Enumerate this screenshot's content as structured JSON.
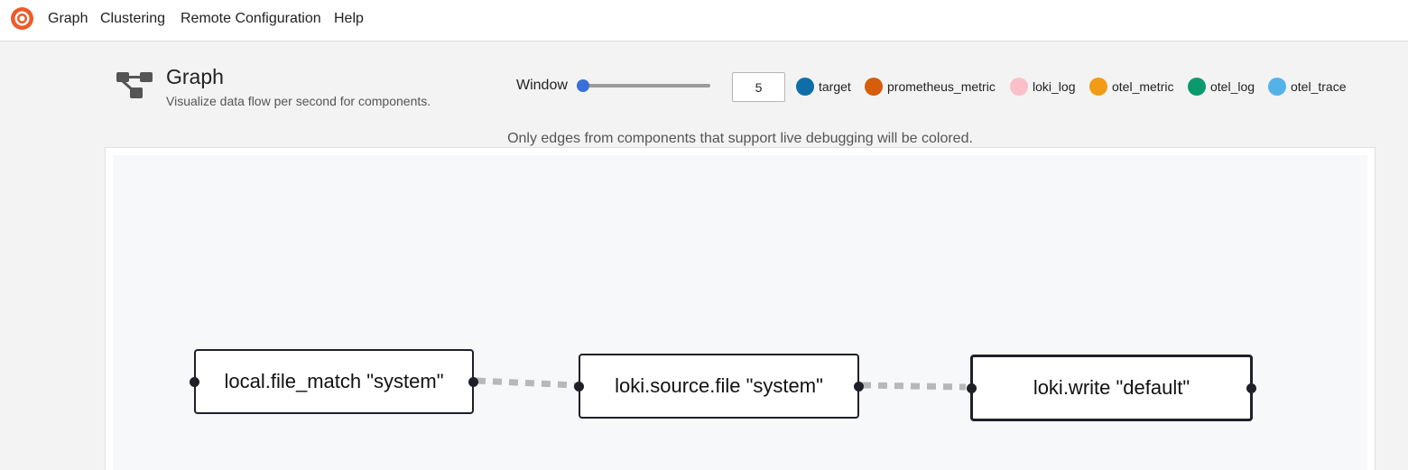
{
  "nav": {
    "items": [
      {
        "label": "Graph"
      },
      {
        "label": "Clustering"
      },
      {
        "label": "Remote Configuration"
      },
      {
        "label": "Help"
      }
    ]
  },
  "header": {
    "title": "Graph",
    "subtitle": "Visualize data flow per second for components."
  },
  "controls": {
    "window_label": "Window",
    "window_value": "5",
    "slider_fraction": 0.04
  },
  "legend": [
    {
      "label": "target",
      "color": "#0f6ea8"
    },
    {
      "label": "prometheus_metric",
      "color": "#d45e0b"
    },
    {
      "label": "loki_log",
      "color": "#f9c0ca"
    },
    {
      "label": "otel_metric",
      "color": "#f09c14"
    },
    {
      "label": "otel_log",
      "color": "#0a9a6e"
    },
    {
      "label": "otel_trace",
      "color": "#55b2e8"
    }
  ],
  "notice": "Only edges from components that support live debugging will be colored.",
  "graph": {
    "nodes": [
      {
        "label": "local.file_match \"system\"",
        "selected": false
      },
      {
        "label": "loki.source.file \"system\"",
        "selected": false
      },
      {
        "label": "loki.write \"default\"",
        "selected": true
      }
    ],
    "edges": [
      {
        "from": 0,
        "to": 1
      },
      {
        "from": 1,
        "to": 2
      }
    ]
  },
  "colors": {
    "slider_accent": "#3b6fd8",
    "edge_idle": "#b8b8b8",
    "node_border": "#1f1f2a",
    "logo": "#f05a28"
  }
}
